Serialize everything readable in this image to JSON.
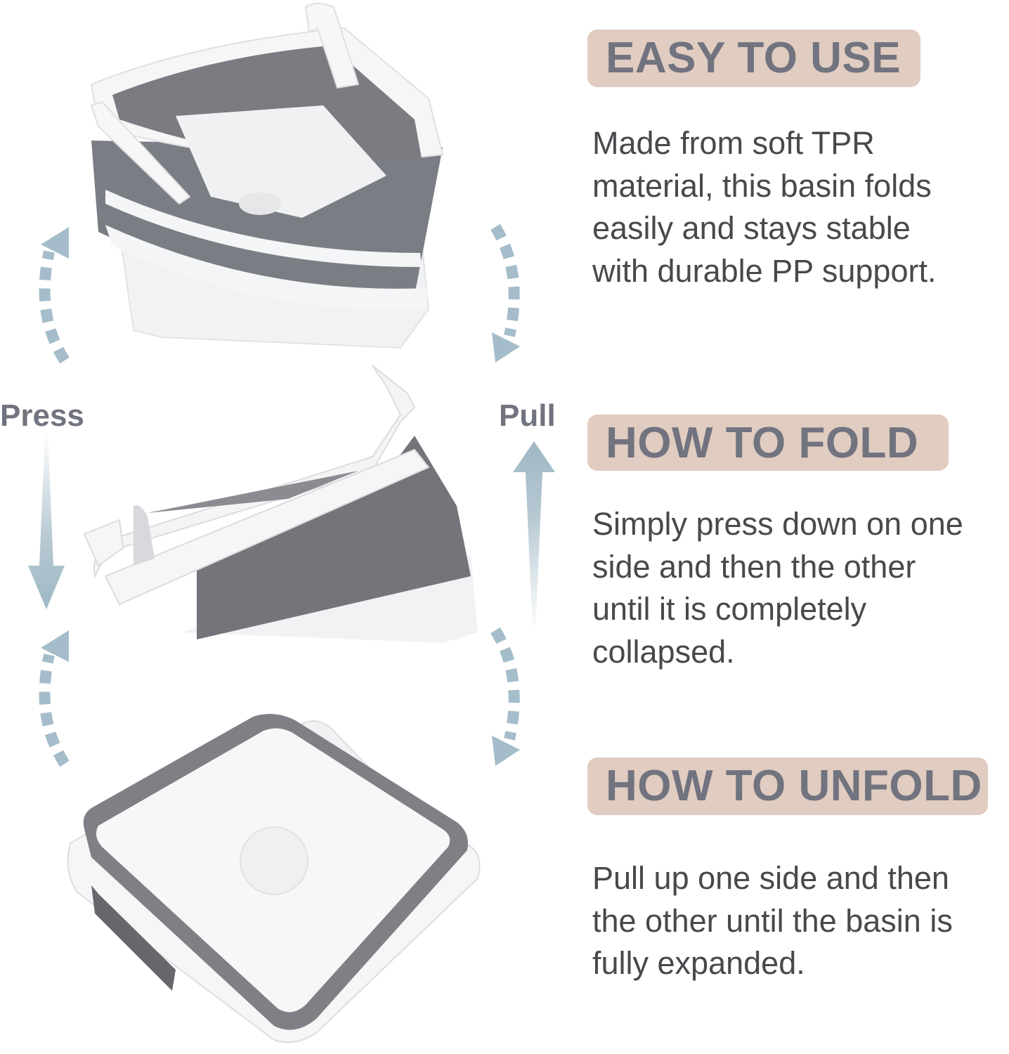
{
  "sections": [
    {
      "heading": "EASY TO USE",
      "body": "Made from soft TPR\nmaterial, this basin folds\neasily and stays stable\nwith durable PP support."
    },
    {
      "heading": "HOW TO FOLD",
      "body": "Simply press down on one\nside and then the other\nuntil it is completely\ncollapsed."
    },
    {
      "heading": "HOW TO UNFOLD",
      "body": "Pull up one side and then\nthe other until the basin is\nfully expanded."
    }
  ],
  "labels": {
    "press": "Press",
    "pull": "Pull"
  },
  "images": [
    {
      "name": "expanded-basin",
      "description": "collapsible basin fully expanded"
    },
    {
      "name": "half-folded-basin",
      "description": "collapsible basin partially folded"
    },
    {
      "name": "collapsed-basin",
      "description": "collapsible basin fully collapsed"
    }
  ],
  "colors": {
    "pill_bg": "#e0ccc0",
    "heading_text": "#71737f",
    "body_text": "#48484d",
    "arrow": "#9fb7c4",
    "basin_gray": "#7a7c82",
    "basin_white": "#f4f5f6"
  }
}
